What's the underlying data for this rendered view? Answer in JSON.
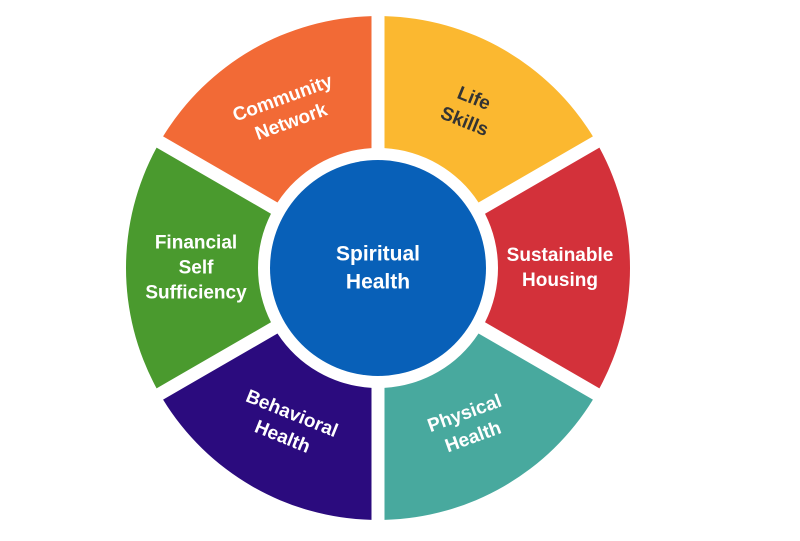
{
  "diagram": {
    "center": {
      "lines": [
        "Spiritual",
        "Health"
      ],
      "color": "#0860B8",
      "text_color": "#FFFFFF"
    },
    "segments": [
      {
        "name": "life-skills",
        "lines": [
          "Life",
          "Skills"
        ],
        "color": "#FBB830",
        "text_color": "#333333"
      },
      {
        "name": "sustainable-housing",
        "lines": [
          "Sustainable",
          "Housing"
        ],
        "color": "#D3313A",
        "text_color": "#FFFFFF"
      },
      {
        "name": "physical-health",
        "lines": [
          "Physical",
          "Health"
        ],
        "color": "#48A99E",
        "text_color": "#FFFFFF"
      },
      {
        "name": "behavioral-health",
        "lines": [
          "Behavioral",
          "Health"
        ],
        "color": "#2B0B7E",
        "text_color": "#FFFFFF"
      },
      {
        "name": "financial-self-sufficiency",
        "lines": [
          "Financial",
          "Self",
          "Sufficiency"
        ],
        "color": "#4A9A2E",
        "text_color": "#FFFFFF"
      },
      {
        "name": "community-network",
        "lines": [
          "Community",
          "Network"
        ],
        "color": "#F26A36",
        "text_color": "#FFFFFF"
      }
    ]
  }
}
